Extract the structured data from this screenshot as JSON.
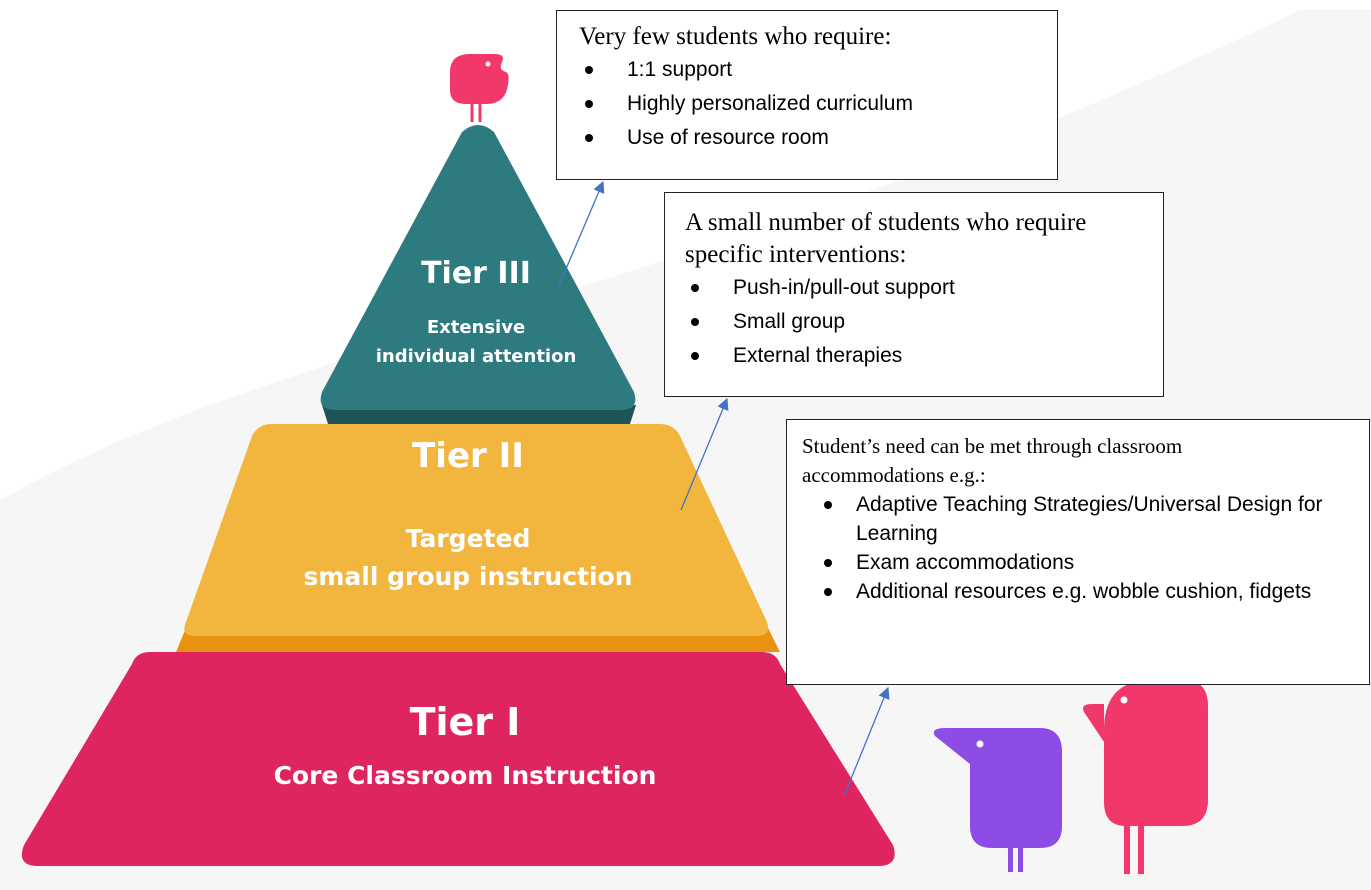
{
  "pyramid": {
    "tier3": {
      "title": "Tier III",
      "subtitle_lines": [
        "Extensive",
        "individual attention"
      ],
      "color": "#2d7a7f",
      "shadow": "#1d5458"
    },
    "tier2": {
      "title": "Tier II",
      "subtitle_lines": [
        "Targeted",
        "small group instruction"
      ],
      "color": "#f2b63f",
      "shadow": "#e8920f"
    },
    "tier1": {
      "title": "Tier I",
      "subtitle_lines": [
        "Core Classroom Instruction"
      ],
      "color": "#df2560"
    }
  },
  "callouts": [
    {
      "heading": "Very few students who require:",
      "items": [
        "1:1 support",
        "Highly personalized curriculum",
        "Use of resource room"
      ]
    },
    {
      "heading": "A small number of students who require specific interventions:",
      "items": [
        "Push-in/pull-out support",
        "Small group",
        "External therapies"
      ]
    },
    {
      "heading": "Student’s need can be met through classroom accommodations e.g.:",
      "items": [
        "Adaptive Teaching Strategies/Universal Design for Learning",
        "Exam accommodations",
        "Additional resources e.g. wobble cushion, fidgets"
      ]
    }
  ],
  "colors": {
    "arrow": "#4472c4",
    "bird_pink": "#f2386a",
    "bird_purple": "#8e4ce6"
  }
}
